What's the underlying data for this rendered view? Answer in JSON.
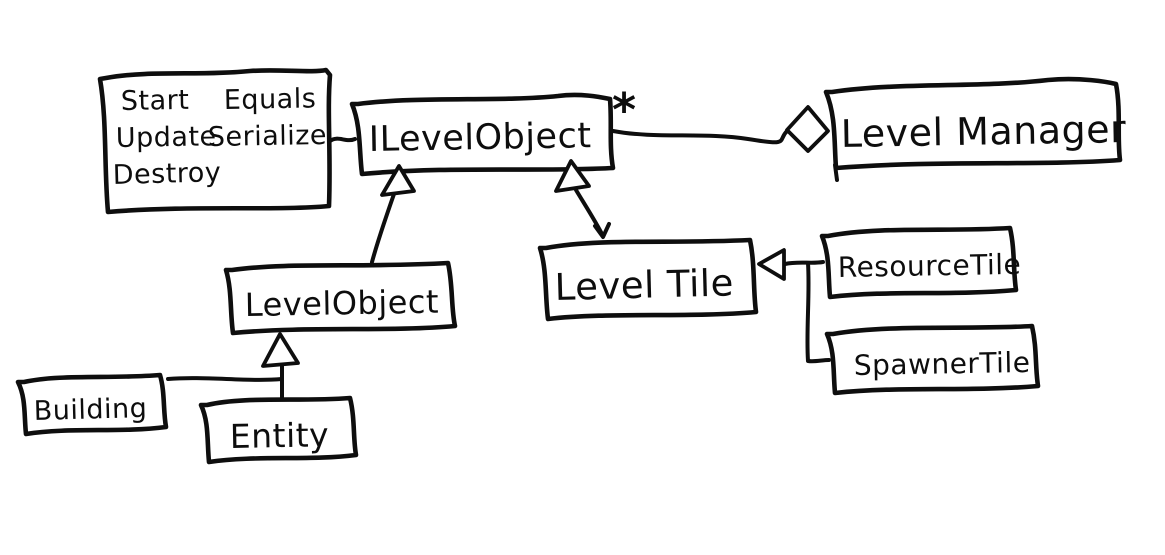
{
  "diagram": {
    "kind": "hand-drawn UML class diagram",
    "background_color": "#ffffff",
    "ink_color": "#0e0e0e",
    "nodes": {
      "interface": {
        "label": "ILevelObject"
      },
      "manager": {
        "label": "Level Manager"
      },
      "level_object": {
        "label": "LevelObject"
      },
      "level_tile": {
        "label": "Level Tile"
      },
      "resource_tile": {
        "label": "ResourceTile"
      },
      "spawner_tile": {
        "label": "SpawnerTile"
      },
      "building": {
        "label": "Building"
      },
      "entity": {
        "label": "Entity"
      }
    },
    "methods_note": {
      "col1": [
        "Start",
        "Update",
        "Destroy"
      ],
      "col2": [
        "Equals",
        "Serialize"
      ]
    },
    "aggregation": {
      "multiplicity": "*",
      "from": "ILevelObject",
      "to": "Level Manager"
    },
    "edges": [
      {
        "type": "note-attachment",
        "from": "methods_note",
        "to": "ILevelObject"
      },
      {
        "type": "aggregation",
        "from": "ILevelObject",
        "to": "Level Manager",
        "multiplicity": "*"
      },
      {
        "type": "inheritance",
        "from": "LevelObject",
        "to": "ILevelObject"
      },
      {
        "type": "inheritance",
        "from": "Level Tile",
        "to": "ILevelObject"
      },
      {
        "type": "inheritance",
        "from": "Building",
        "to": "LevelObject"
      },
      {
        "type": "inheritance",
        "from": "Entity",
        "to": "LevelObject"
      },
      {
        "type": "inheritance",
        "from": "ResourceTile",
        "to": "Level Tile"
      },
      {
        "type": "inheritance",
        "from": "SpawnerTile",
        "to": "Level Tile"
      }
    ]
  }
}
